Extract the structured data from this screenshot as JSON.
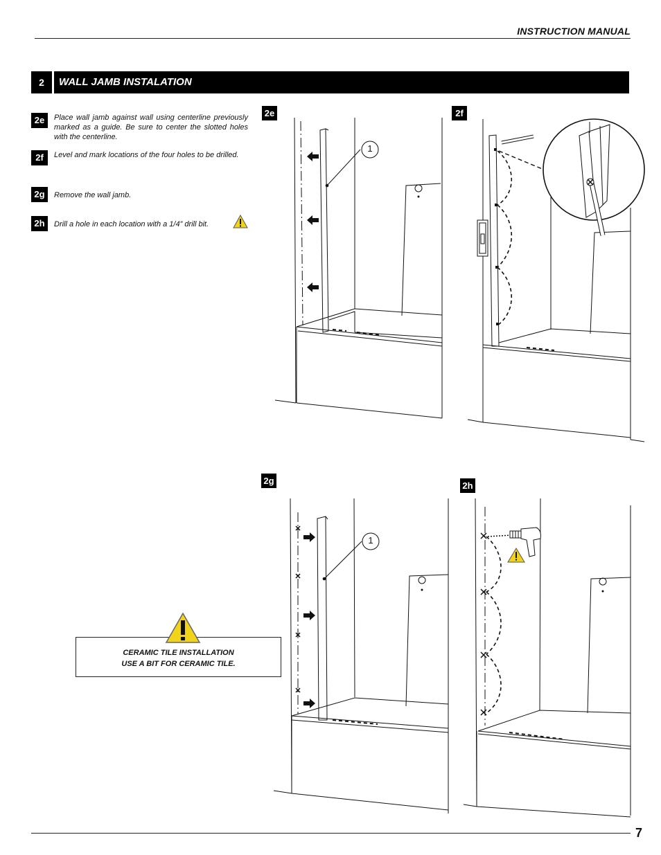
{
  "header": {
    "title": "INSTRUCTION MANUAL"
  },
  "section": {
    "number": "2",
    "title": "WALL JAMB INSTALATION"
  },
  "steps": [
    {
      "id": "2e",
      "text": "Place wall jamb against wall using centerline previously marked as a guide. Be sure to center the slotted holes with the centerline."
    },
    {
      "id": "2f",
      "text": "Level and mark locations of the four holes to be drilled."
    },
    {
      "id": "2g",
      "text": "Remove the wall jamb."
    },
    {
      "id": "2h",
      "text": "Drill a hole in each location with a 1/4” drill bit."
    }
  ],
  "figures": {
    "fig_2e": {
      "label": "2e",
      "callout": "1"
    },
    "fig_2f": {
      "label": "2f"
    },
    "fig_2g": {
      "label": "2g",
      "callout": "1"
    },
    "fig_2h": {
      "label": "2h"
    }
  },
  "caution": {
    "line1": "CERAMIC TILE INSTALLATION",
    "line2": "USE A BIT FOR CERAMIC TILE."
  },
  "icons": {
    "warning": "warning-triangle-icon",
    "arrow": "arrow-icon",
    "drill": "drill-icon",
    "level": "level-icon"
  },
  "colors": {
    "warning_yellow": "#f2d31b",
    "ink": "#111111",
    "bar": "#000000"
  },
  "footer": {
    "page_number": "7"
  }
}
